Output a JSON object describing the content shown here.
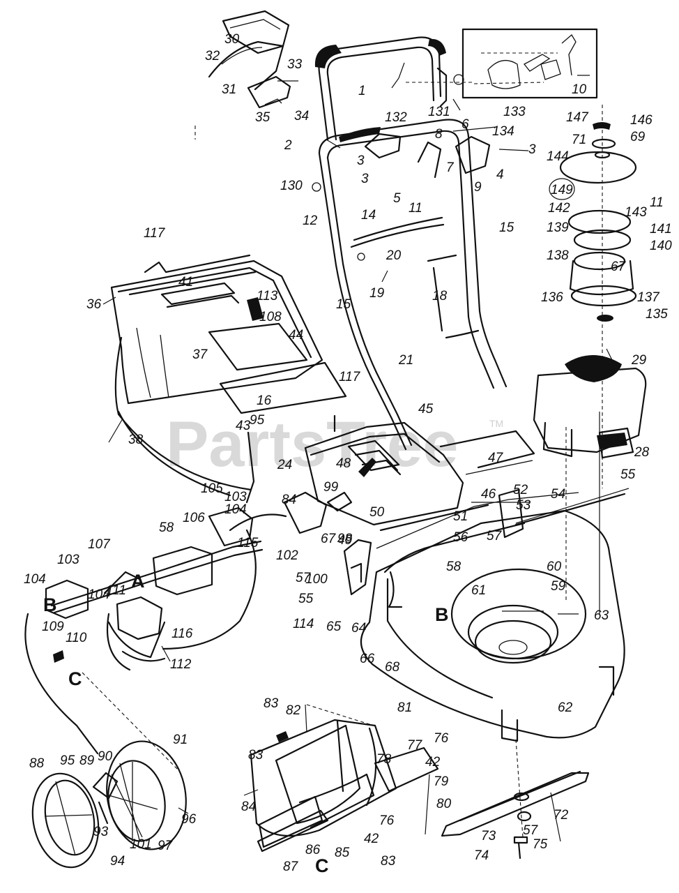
{
  "watermark": {
    "text": "PartsTree",
    "tm": "TM"
  },
  "section_labels": [
    "A",
    "B",
    "B",
    "C",
    "C"
  ],
  "labels": [
    "1",
    "2",
    "3",
    "3",
    "3",
    "4",
    "5",
    "6",
    "7",
    "8",
    "9",
    "10",
    "11",
    "11",
    "12",
    "14",
    "15",
    "15",
    "16",
    "18",
    "19",
    "20",
    "21",
    "24",
    "28",
    "29",
    "30",
    "31",
    "32",
    "33",
    "34",
    "35",
    "36",
    "37",
    "38",
    "41",
    "42",
    "42",
    "43",
    "44",
    "45",
    "46",
    "47",
    "48",
    "49",
    "50",
    "51",
    "52",
    "53",
    "54",
    "55",
    "55",
    "56",
    "57",
    "57",
    "57",
    "58",
    "58",
    "59",
    "60",
    "61",
    "62",
    "63",
    "64",
    "65",
    "66",
    "67",
    "67",
    "68",
    "69",
    "71",
    "72",
    "73",
    "74",
    "75",
    "76",
    "76",
    "77",
    "78",
    "79",
    "80",
    "81",
    "82",
    "83",
    "83",
    "83",
    "84",
    "84",
    "85",
    "86",
    "87",
    "88",
    "89",
    "90",
    "91",
    "93",
    "94",
    "95",
    "95",
    "96",
    "97",
    "98",
    "99",
    "100",
    "101",
    "102",
    "103",
    "103",
    "104",
    "104",
    "104",
    "105",
    "106",
    "107",
    "108",
    "109",
    "110",
    "111",
    "112",
    "113",
    "114",
    "115",
    "116",
    "117",
    "117",
    "130",
    "131",
    "132",
    "133",
    "134",
    "135",
    "136",
    "137",
    "138",
    "139",
    "140",
    "141",
    "142",
    "143",
    "144",
    "146",
    "147",
    "149"
  ]
}
